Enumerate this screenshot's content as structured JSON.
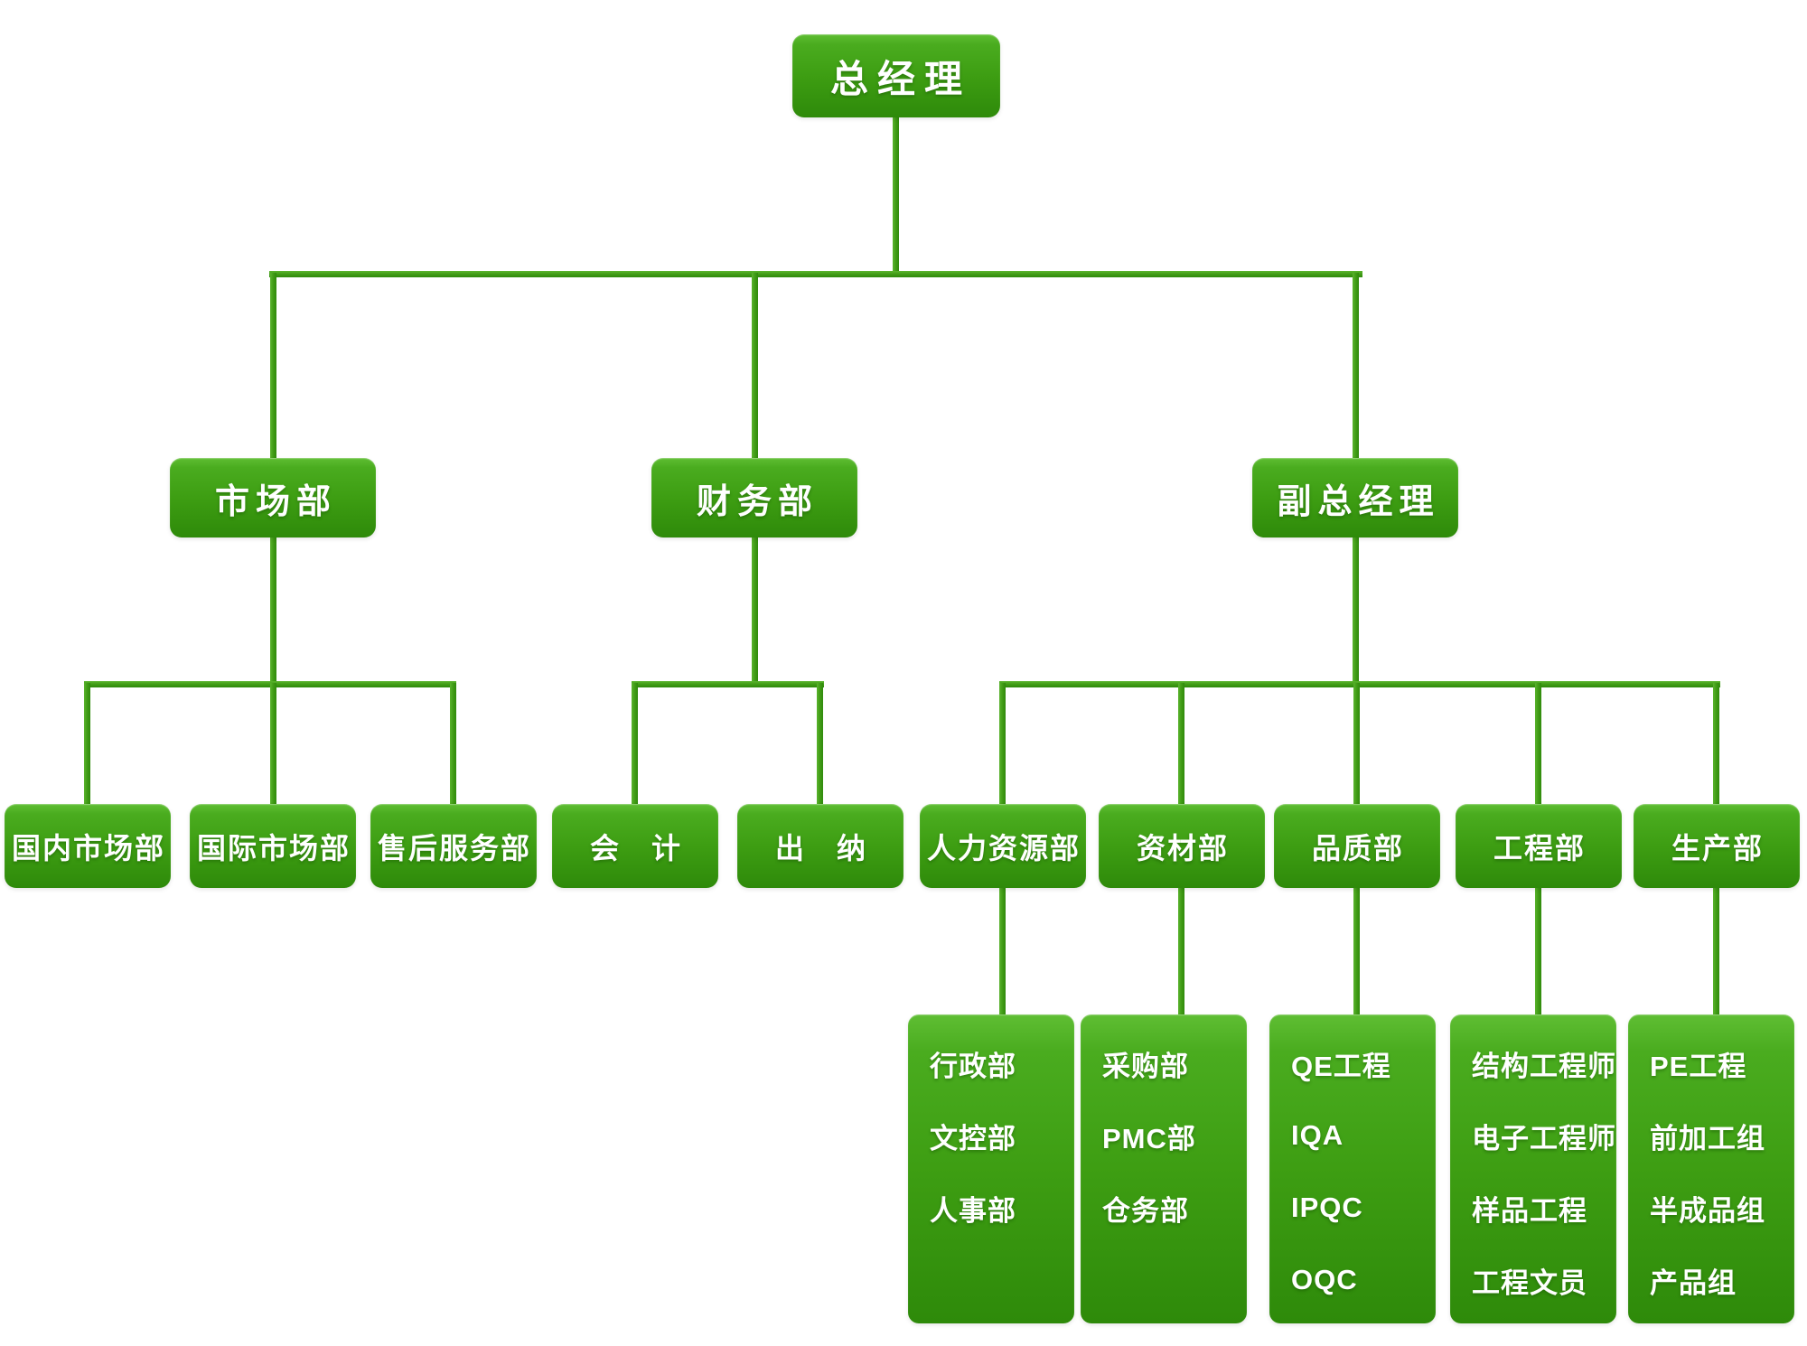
{
  "diagram": {
    "type": "org-chart",
    "background": "#ffffff",
    "colors": {
      "node_gradient_top": "#5fbe33",
      "node_gradient_bottom": "#2e8a0a",
      "connector": "#3f9a15",
      "label_text": "#ffffff"
    },
    "nodes": {
      "gm": {
        "label": "总经理"
      },
      "marketing": {
        "label": "市场部"
      },
      "finance": {
        "label": "财务部"
      },
      "deputy_gm": {
        "label": "副总经理"
      },
      "domestic_market": {
        "label": "国内市场部"
      },
      "intl_market": {
        "label": "国际市场部"
      },
      "after_sales": {
        "label": "售后服务部"
      },
      "accountant": {
        "label": "会　计"
      },
      "cashier": {
        "label": "出　纳"
      },
      "hr": {
        "label": "人力资源部"
      },
      "materials": {
        "label": "资材部"
      },
      "quality": {
        "label": "品质部"
      },
      "engineering": {
        "label": "工程部"
      },
      "production": {
        "label": "生产部"
      },
      "hr_sub": {
        "items": [
          "行政部",
          "文控部",
          "人事部"
        ]
      },
      "materials_sub": {
        "items": [
          "采购部",
          "PMC部",
          "仓务部"
        ]
      },
      "quality_sub": {
        "items": [
          "QE工程",
          "IQA",
          "IPQC",
          "OQC"
        ]
      },
      "engineering_sub": {
        "items": [
          "结构工程师",
          "电子工程师",
          "样品工程",
          "工程文员"
        ]
      },
      "production_sub": {
        "items": [
          "PE工程",
          "前加工组",
          "半成品组",
          "产品组"
        ]
      }
    },
    "edges": [
      {
        "from": "总经理",
        "to": [
          "市场部",
          "财务部",
          "副总经理"
        ]
      },
      {
        "from": "市场部",
        "to": [
          "国内市场部",
          "国际市场部",
          "售后服务部"
        ]
      },
      {
        "from": "财务部",
        "to": [
          "会　计",
          "出　纳"
        ]
      },
      {
        "from": "副总经理",
        "to": [
          "人力资源部",
          "资材部",
          "品质部",
          "工程部",
          "生产部"
        ]
      },
      {
        "from": "人力资源部",
        "to": [
          "行政部",
          "文控部",
          "人事部"
        ]
      },
      {
        "from": "资材部",
        "to": [
          "采购部",
          "PMC部",
          "仓务部"
        ]
      },
      {
        "from": "品质部",
        "to": [
          "QE工程",
          "IQA",
          "IPQC",
          "OQC"
        ]
      },
      {
        "from": "工程部",
        "to": [
          "结构工程师",
          "电子工程师",
          "样品工程",
          "工程文员"
        ]
      },
      {
        "from": "生产部",
        "to": [
          "PE工程",
          "前加工组",
          "半成品组",
          "产品组"
        ]
      }
    ]
  }
}
